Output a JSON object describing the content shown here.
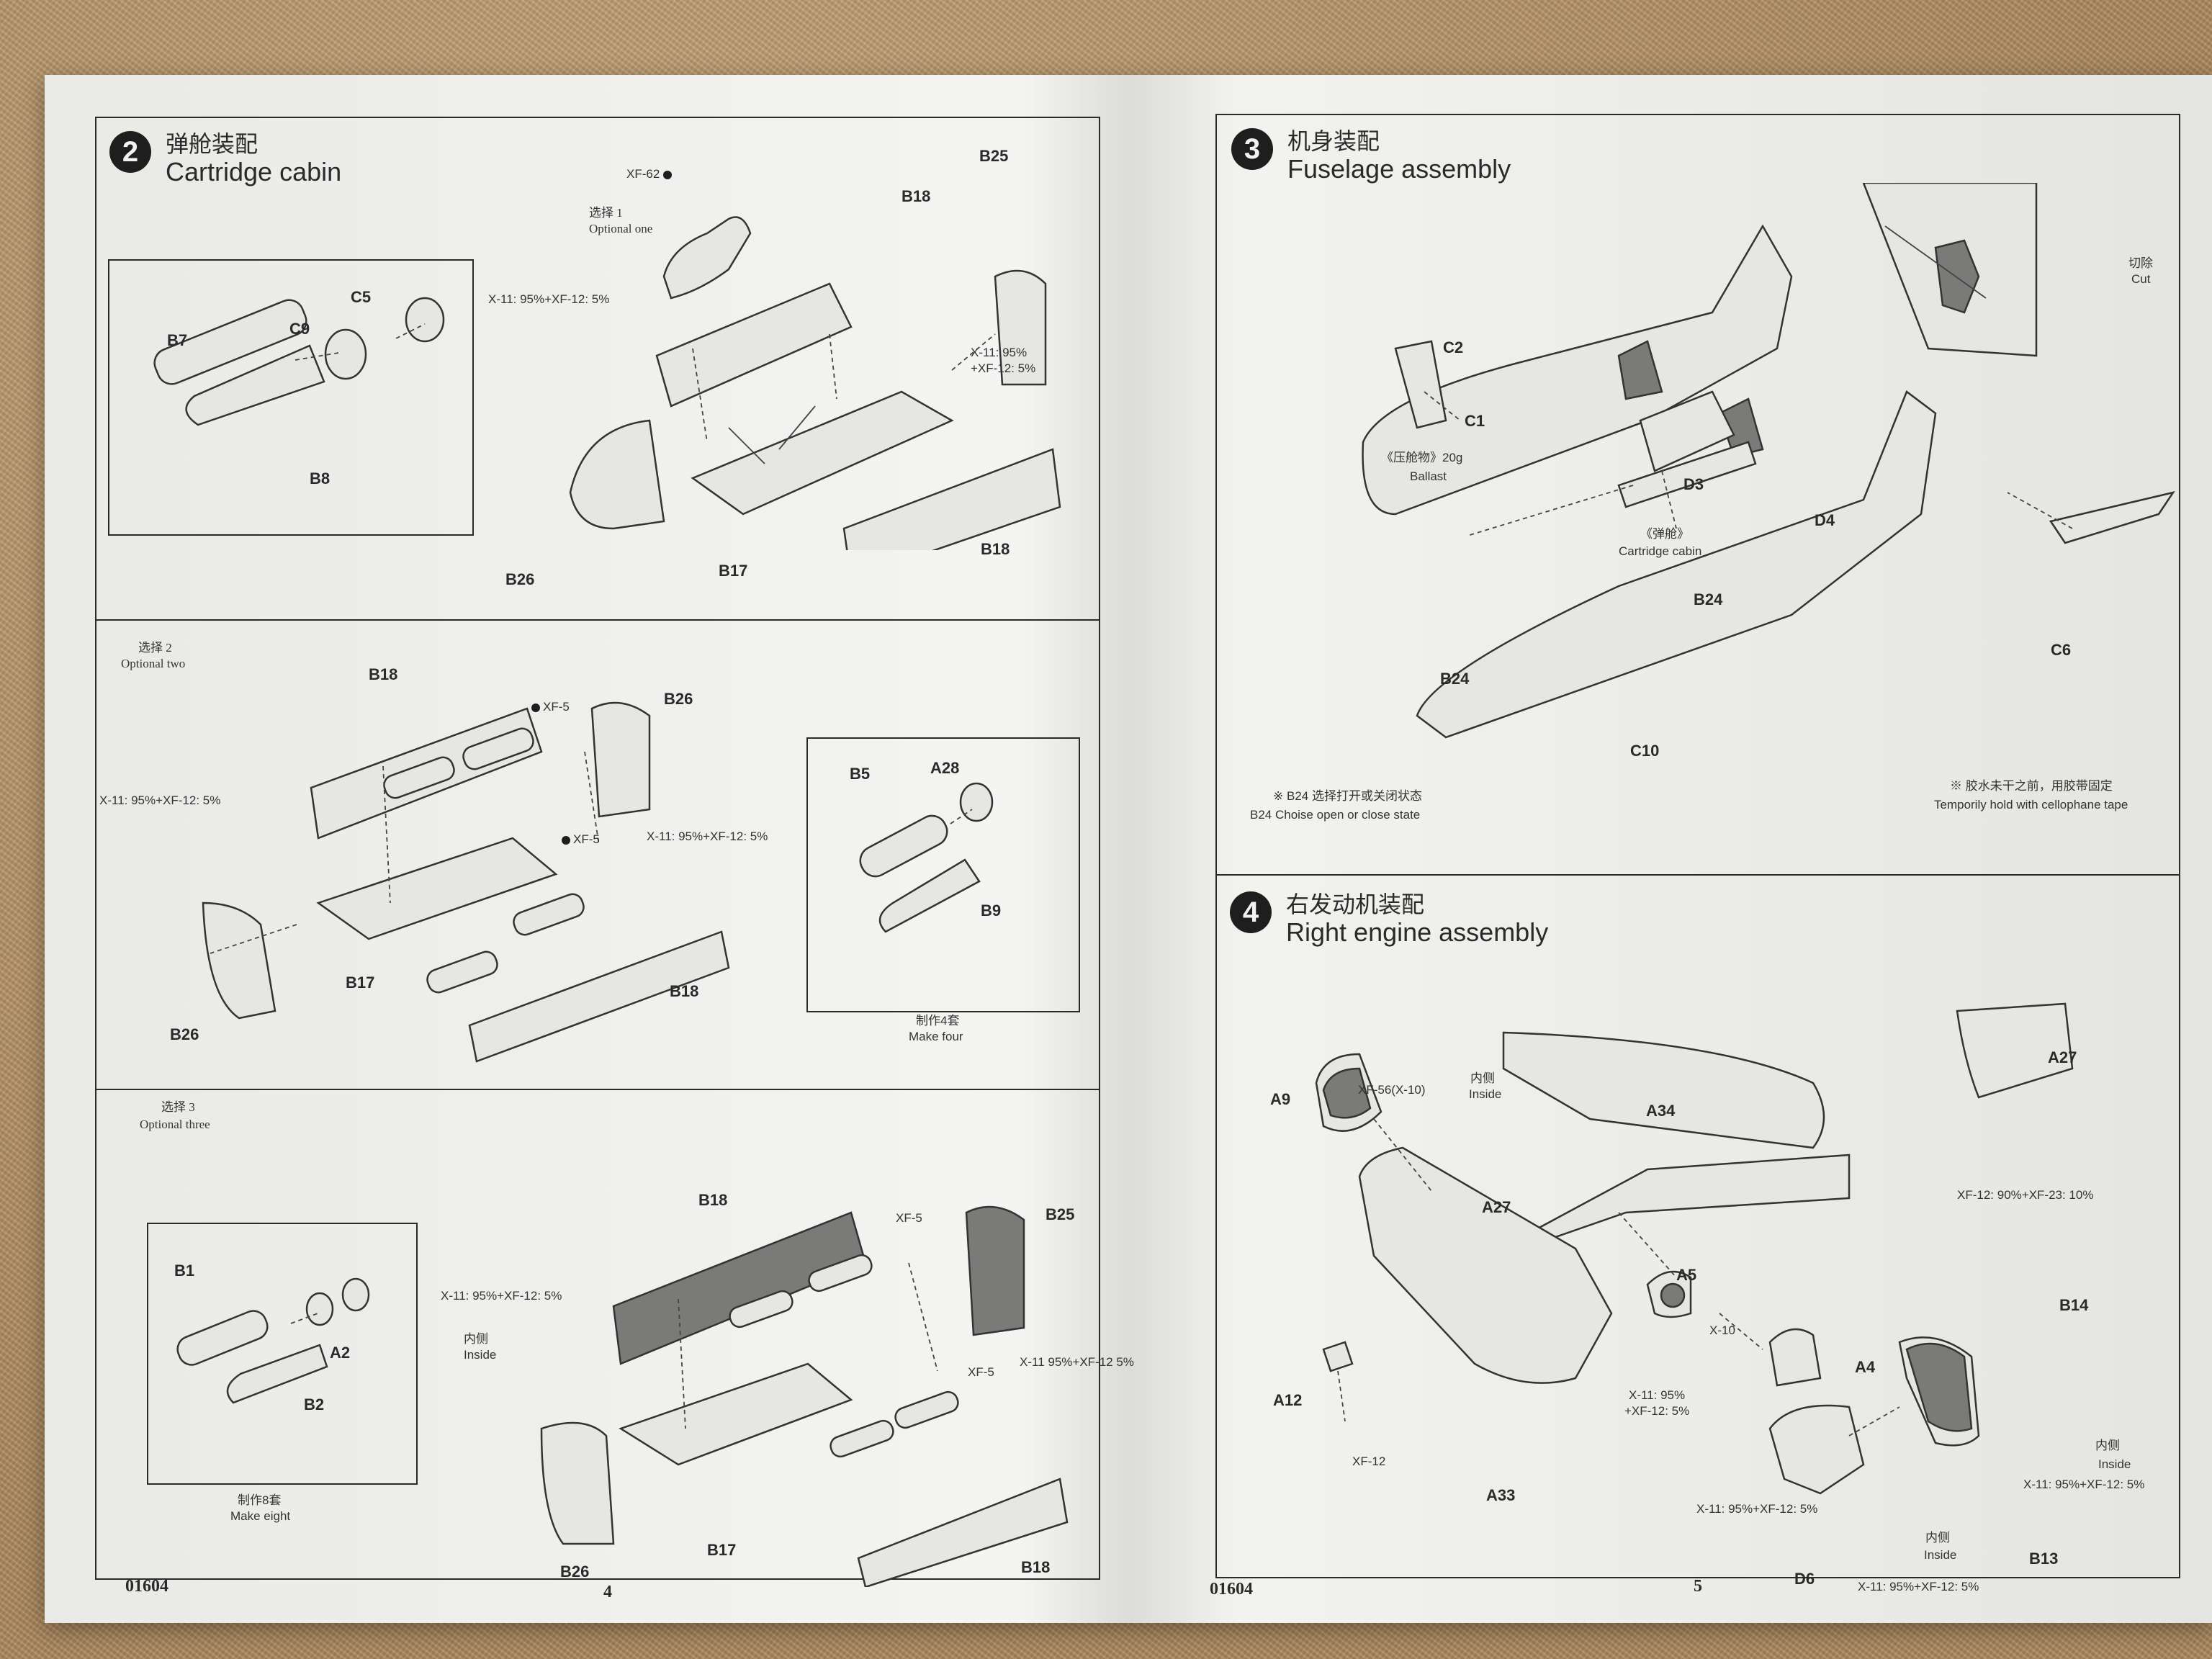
{
  "left_page": {
    "step2": {
      "number": "2",
      "title_cn": "弹舱装配",
      "title_en": "Cartridge cabin",
      "optional_one": {
        "label_cn": "选择 1",
        "label_en": "Optional one",
        "sub_parts": [
          "C5",
          "C9",
          "B7",
          "B8"
        ],
        "parts": [
          "XF-62",
          "B25",
          "B18",
          "B17",
          "B26",
          "B18"
        ],
        "paint_1": "X-11: 95%+XF-12: 5%",
        "paint_2_a": "X-11: 95%",
        "paint_2_b": "+XF-12: 5%"
      },
      "optional_two": {
        "label_cn": "选择 2",
        "label_en": "Optional two",
        "parts": [
          "B18",
          "XF-5",
          "B26",
          "XF-5",
          "B17",
          "B18",
          "B26"
        ],
        "paint_1": "X-11: 95%+XF-12: 5%",
        "paint_2": "X-11: 95%+XF-12: 5%",
        "sub_parts": [
          "B5",
          "A28",
          "B9"
        ],
        "make_cn": "制作4套",
        "make_en": "Make four"
      },
      "optional_three": {
        "label_cn": "选择 3",
        "label_en": "Optional three",
        "parts": [
          "B18",
          "XF-5",
          "B25",
          "XF-5",
          "B26",
          "B17",
          "B18"
        ],
        "paint_1": "X-11: 95%+XF-12: 5%",
        "inside_cn": "内侧",
        "inside_en": "Inside",
        "paint_2": "X-11 95%+XF-12 5%",
        "sub_parts": [
          "B1",
          "A2",
          "B2"
        ],
        "make_cn": "制作8套",
        "make_en": "Make eight"
      }
    },
    "footer_code": "01604",
    "page_number": "4"
  },
  "right_page": {
    "step3": {
      "number": "3",
      "title_cn": "机身装配",
      "title_en": "Fuselage assembly",
      "cut_cn": "切除",
      "cut_en": "Cut",
      "parts": [
        "C2",
        "C1",
        "D3",
        "D4",
        "B24",
        "B24",
        "C10",
        "C6"
      ],
      "ballast_cn": "《压舱物》20g",
      "ballast_en": "Ballast",
      "cabin_cn": "《弹舱》",
      "cabin_en": "Cartridge cabin",
      "note_left_cn": "※ B24 选择打开或关闭状态",
      "note_left_en": "B24 Choise open or close state",
      "note_right_cn": "※ 胶水未干之前，用胶带固定",
      "note_right_en": "Temporily hold with cellophane tape"
    },
    "step4": {
      "number": "4",
      "title_cn": "右发动机装配",
      "title_en": "Right engine assembly",
      "parts": [
        "A9",
        "A34",
        "A27",
        "A27",
        "A5",
        "X-10",
        "A4",
        "B14",
        "A12",
        "A33",
        "B13",
        "D6"
      ],
      "paint_xf56": "XF-56(X-10)",
      "inside_cn": "内侧",
      "inside_en": "Inside",
      "paint_a27": "XF-12: 90%+XF-23: 10%",
      "paint_a5_a": "X-11: 95%",
      "paint_a5_b": "+XF-12: 5%",
      "paint_xf12": "XF-12",
      "paint_b14": "X-11: 95%+XF-12: 5%",
      "paint_a4": "X-11: 95%+XF-12: 5%",
      "paint_b13": "X-11: 95%+XF-12: 5%"
    },
    "footer_code": "01604",
    "page_number": "5"
  }
}
